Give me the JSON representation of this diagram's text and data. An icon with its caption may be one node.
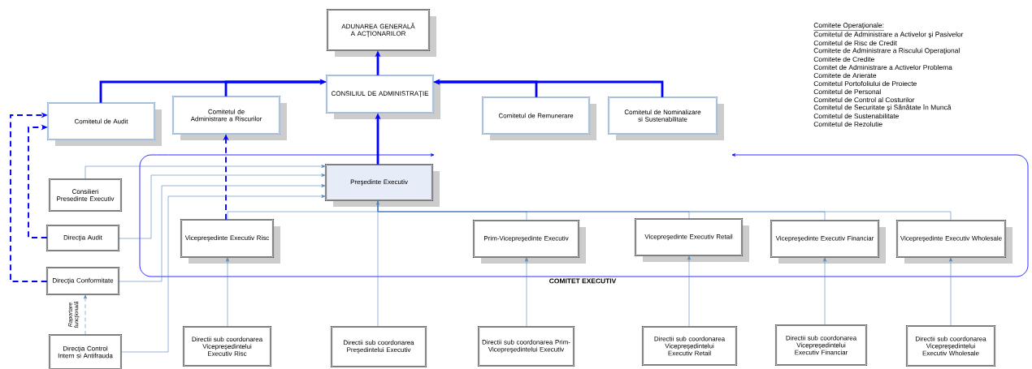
{
  "diagram": {
    "nodes": [
      {
        "text": [
          "ADUNAREA GENERALĂ A ACŢIONARILOR"
        ]
      },
      {
        "text": [
          "CONSILIUL DE ADMINISTRAŢIE"
        ]
      },
      {
        "text": [
          "Comitetul de Audit"
        ]
      },
      {
        "text": [
          "Comitetul de Administrare a Riscurilor"
        ]
      },
      {
        "text": [
          "Comitetul de Remunerare"
        ]
      },
      {
        "text": [
          "Comitetul de Nominalizare si Sustenabilitate"
        ]
      },
      {
        "text": [
          "COMITET EXECUTIV"
        ]
      },
      {
        "text": [
          "Preşedinte Executiv"
        ],
        "in": 6
      },
      {
        "text": [
          "Consilieri Presedinte Executiv"
        ]
      },
      {
        "text": [
          "Direcţia Audit"
        ]
      },
      {
        "text": [
          "Vicepreşedinte Executiv Risc"
        ],
        "in": 6
      },
      {
        "text": [
          "Prim-Vicepreşedinte Executiv"
        ],
        "in": 6
      },
      {
        "text": [
          "Vicepreşedinte Executiv Retail"
        ],
        "in": 6
      },
      {
        "text": [
          "Vicepreşedinte Executiv Financiar"
        ],
        "in": 6
      },
      {
        "text": [
          "Vicepreşedinte Executiv Wholesale"
        ],
        "in": 6
      },
      {
        "text": [
          "Direcţia Conformitate"
        ]
      },
      {
        "text": [
          "Direcţia Control Intern si Antifrauda"
        ]
      },
      {
        "text": [
          "Directii sub coordonarea Vicepreşedintelui Executiv Risc"
        ]
      },
      {
        "text": [
          "Directii sub coordonarea Preşedintelui Executiv"
        ]
      },
      {
        "text": [
          "Directii sub coordonarea Prim-Vicepreşedintelui Executiv"
        ]
      },
      {
        "text": [
          "Directii sub coordonarea Vicepreşedintelui Executiv Retail"
        ]
      },
      {
        "text": [
          "Directii sub coordonarea Vicepreşedintelui Executiv Financiar"
        ]
      },
      {
        "text": [
          "Directii sub coordonarea Vicepreşedintelui Executiv Wholesale"
        ]
      }
    ],
    "edges": [
      {
        "from": 1,
        "to": 0,
        "arrow": "to",
        "style": "thick",
        "color": "#0000ff"
      },
      {
        "from": 2,
        "to": 1,
        "arrow": "to",
        "style": "thick",
        "color": "#0000ff"
      },
      {
        "from": 3,
        "to": 1,
        "arrow": "to",
        "style": "thick",
        "color": "#0000ff"
      },
      {
        "from": 4,
        "to": 1,
        "arrow": "to",
        "style": "thick",
        "color": "#0000ff"
      },
      {
        "from": 5,
        "to": 1,
        "arrow": "to",
        "style": "thick",
        "color": "#0000ff"
      },
      {
        "from": 7,
        "to": 1,
        "arrow": "to",
        "style": "thick",
        "color": "#0000ff"
      },
      {
        "from": 10,
        "to": 3,
        "arrow": "to",
        "style": "dashed",
        "color": "#0000ff"
      },
      {
        "from": 9,
        "to": 2,
        "arrow": "to",
        "style": "dashed",
        "color": "#0000ff"
      },
      {
        "from": 15,
        "to": 2,
        "arrow": "to",
        "style": "dashed",
        "color": "#0000ff"
      },
      {
        "from": 8,
        "to": 7,
        "arrow": "to"
      },
      {
        "from": 9,
        "to": 7,
        "arrow": "to"
      },
      {
        "from": 15,
        "to": 7,
        "arrow": "to"
      },
      {
        "from": 16,
        "to": 7,
        "arrow": "to"
      },
      {
        "from": 7,
        "to": 10,
        "arrow": "none"
      },
      {
        "from": 7,
        "to": 11,
        "arrow": "none"
      },
      {
        "from": 7,
        "to": 12,
        "arrow": "none"
      },
      {
        "from": 7,
        "to": 13,
        "arrow": "none"
      },
      {
        "from": 7,
        "to": 14,
        "arrow": "none"
      },
      {
        "from": 17,
        "to": 10,
        "arrow": "to"
      },
      {
        "from": 18,
        "to": 7,
        "arrow": "to"
      },
      {
        "from": 19,
        "to": 11,
        "arrow": "to"
      },
      {
        "from": 20,
        "to": 12,
        "arrow": "to"
      },
      {
        "from": 21,
        "to": 13,
        "arrow": "to"
      },
      {
        "from": 22,
        "to": 14,
        "arrow": "to"
      },
      {
        "from": 16,
        "to": 15,
        "arrow": "to",
        "style": "dashed",
        "label": "Raportare funcţională"
      }
    ],
    "labels": [
      "Comitete Operaţionale:",
      "Comitetul de Administrare a Activelor şi Pasivelor",
      "Comitetul de Risc de Credit",
      "Comitete de Administrare a Riscului Operaţional",
      "Comitete de Credite",
      "Comitet de Administrare a Activelor Problema",
      "Comitete de Arierate",
      "Comitetul Portofoliului de Proiecte",
      "Comitetul de Personal",
      "Comitetul de Control al Costurilor",
      "Comitetul de Securitate şi Sănătate în Muncă",
      "Comitetul de Sustenabilitate",
      "Comitetul de Rezolutie"
    ]
  }
}
